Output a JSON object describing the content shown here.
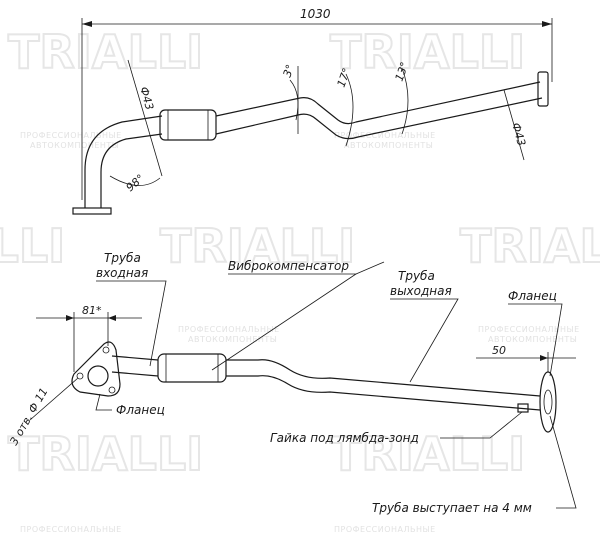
{
  "watermark": {
    "brand": "TRIALLI",
    "sub_line1": "ПРОФЕССИОНАЛЬНЫЕ",
    "sub_line2": "АВТОКОМПОНЕНТЫ"
  },
  "top_view": {
    "length": "1030",
    "dia_left": "Ф43",
    "dia_right": "Ф43",
    "angle_bend": "98°",
    "angle_1": "3°",
    "angle_2": "17°",
    "angle_3": "13°"
  },
  "bottom_view": {
    "label_inlet_pipe_1": "Труба",
    "label_inlet_pipe_2": "входная",
    "label_compensator": "Виброкомпенсатор",
    "label_outlet_pipe_1": "Труба",
    "label_outlet_pipe_2": "выходная",
    "label_flange_right": "Фланец",
    "label_flange_left": "Фланец",
    "dim_81": "81*",
    "dim_50": "50",
    "holes": "3 отв. Ф 11",
    "label_lambda_nut": "Гайка под лямбда-зонд",
    "label_protrude": "Труба выступает на 4 мм"
  },
  "colors": {
    "line": "#1a1a1a",
    "watermark": "#e6e6e6"
  }
}
